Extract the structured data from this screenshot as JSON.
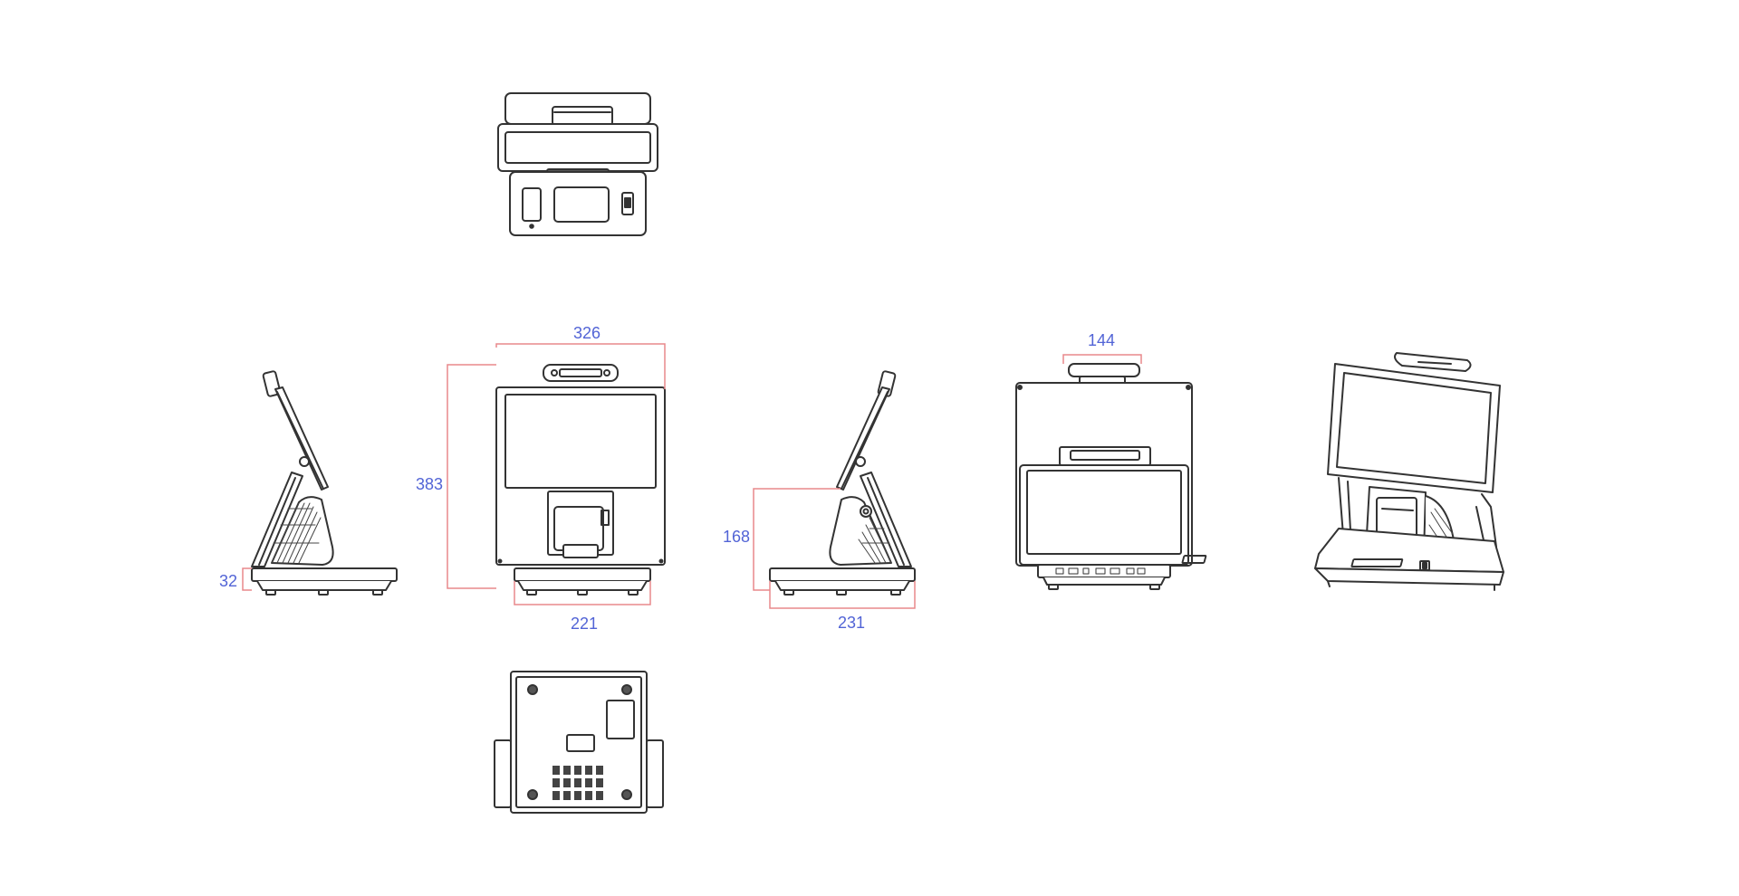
{
  "colors": {
    "outline": "#333333",
    "dimension_line": "#e8888c",
    "dimension_text": "#5264d6",
    "background": "#ffffff"
  },
  "dimensions": {
    "width_overall": "326",
    "height_overall": "383",
    "base_width_front": "221",
    "base_height_side": "32",
    "side_height": "168",
    "base_depth_side": "231",
    "camera_width": "144"
  }
}
